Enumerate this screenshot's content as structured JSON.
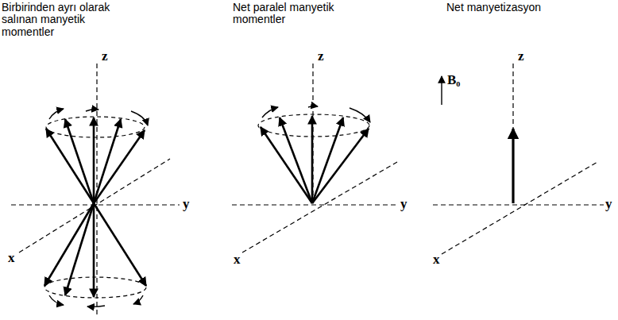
{
  "diagram": {
    "labels": [
      "Birbirinden ayrı olarak salınan manyetik momentler",
      "z",
      "y",
      "x",
      "Net paralel manyetik momentler",
      "z",
      "y",
      "x",
      "Net manyetizasyon",
      "B₀",
      "z",
      "y",
      "x"
    ]
  }
}
